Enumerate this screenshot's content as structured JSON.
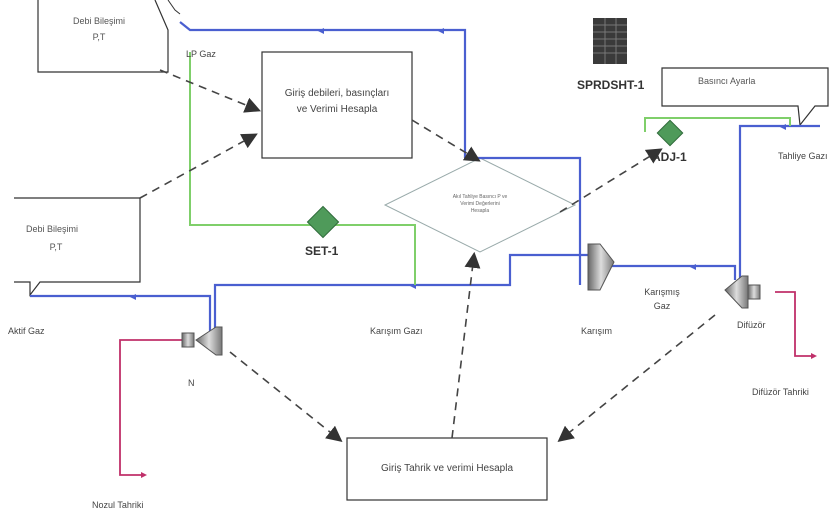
{
  "notes": {
    "debi_top": [
      "Debi Bileşimi",
      "P,T"
    ],
    "debi_left": [
      "Debi Bileşimi",
      "P,T"
    ],
    "basinc": "Basıncı Ayarla"
  },
  "boxes": {
    "giris": [
      "Giriş debileri, basınçları",
      "ve Verimi Hesapla"
    ],
    "tahrik": "Giriş Tahrik ve verimi Hesapla"
  },
  "decision": [
    "Akıl Tahliye Basıncı P ve",
    "Verimi Değerlerini",
    "Hesapla"
  ],
  "streams": {
    "lp_gaz": "LP Gaz",
    "aktif_gaz": "Aktif Gaz",
    "karisim_gazi": "Karışım Gazı",
    "karisim": "Karışım",
    "karisim_gaz": [
      "Karışmış",
      "Gaz"
    ],
    "difuzor": "Difüzör",
    "difuzor_tahriki": "Difüzör Tahriki",
    "tahliye_gazi": "Tahliye Gazı",
    "nozul_tahriki": "Nozul Tahriki",
    "n": "N"
  },
  "tags": {
    "set1": "SET-1",
    "adj1": "ADJ-1",
    "sprdsht": "SPRDSHT-1"
  },
  "colors": {
    "blue": "#4a5fd0",
    "green": "#7fcf6a",
    "magenta": "#c0306a",
    "diamond": "#4f9a5a",
    "dash": "#444444"
  }
}
